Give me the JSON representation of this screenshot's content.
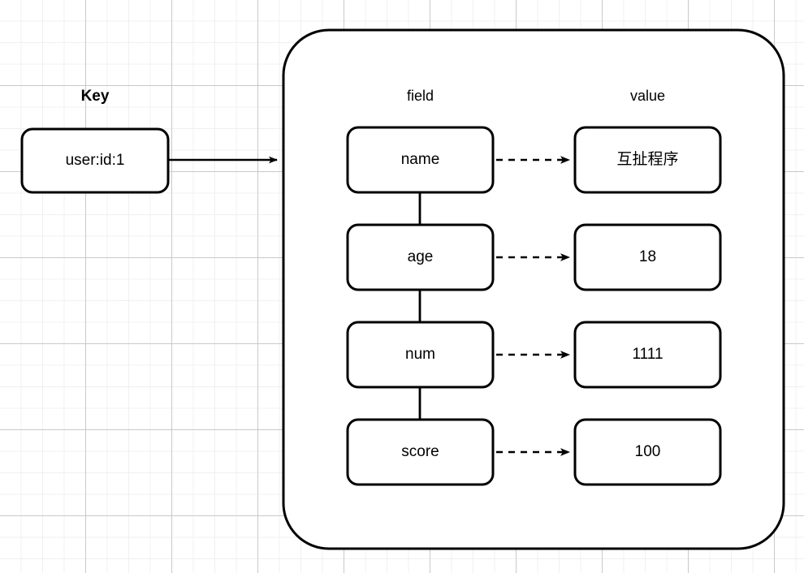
{
  "diagram": {
    "title_key": "Key",
    "key_node": {
      "label": "user:id:1"
    },
    "columns": {
      "field_header": "field",
      "value_header": "value"
    },
    "rows": [
      {
        "field": "name",
        "value": "互扯程序"
      },
      {
        "field": "age",
        "value": "18"
      },
      {
        "field": "num",
        "value": "1111"
      },
      {
        "field": "score",
        "value": "100"
      }
    ],
    "colors": {
      "stroke": "#000000",
      "fill": "#ffffff",
      "background": "#ffffff",
      "grid_minor": "#f0f0f0",
      "grid_major": "#c9c9c9"
    }
  }
}
